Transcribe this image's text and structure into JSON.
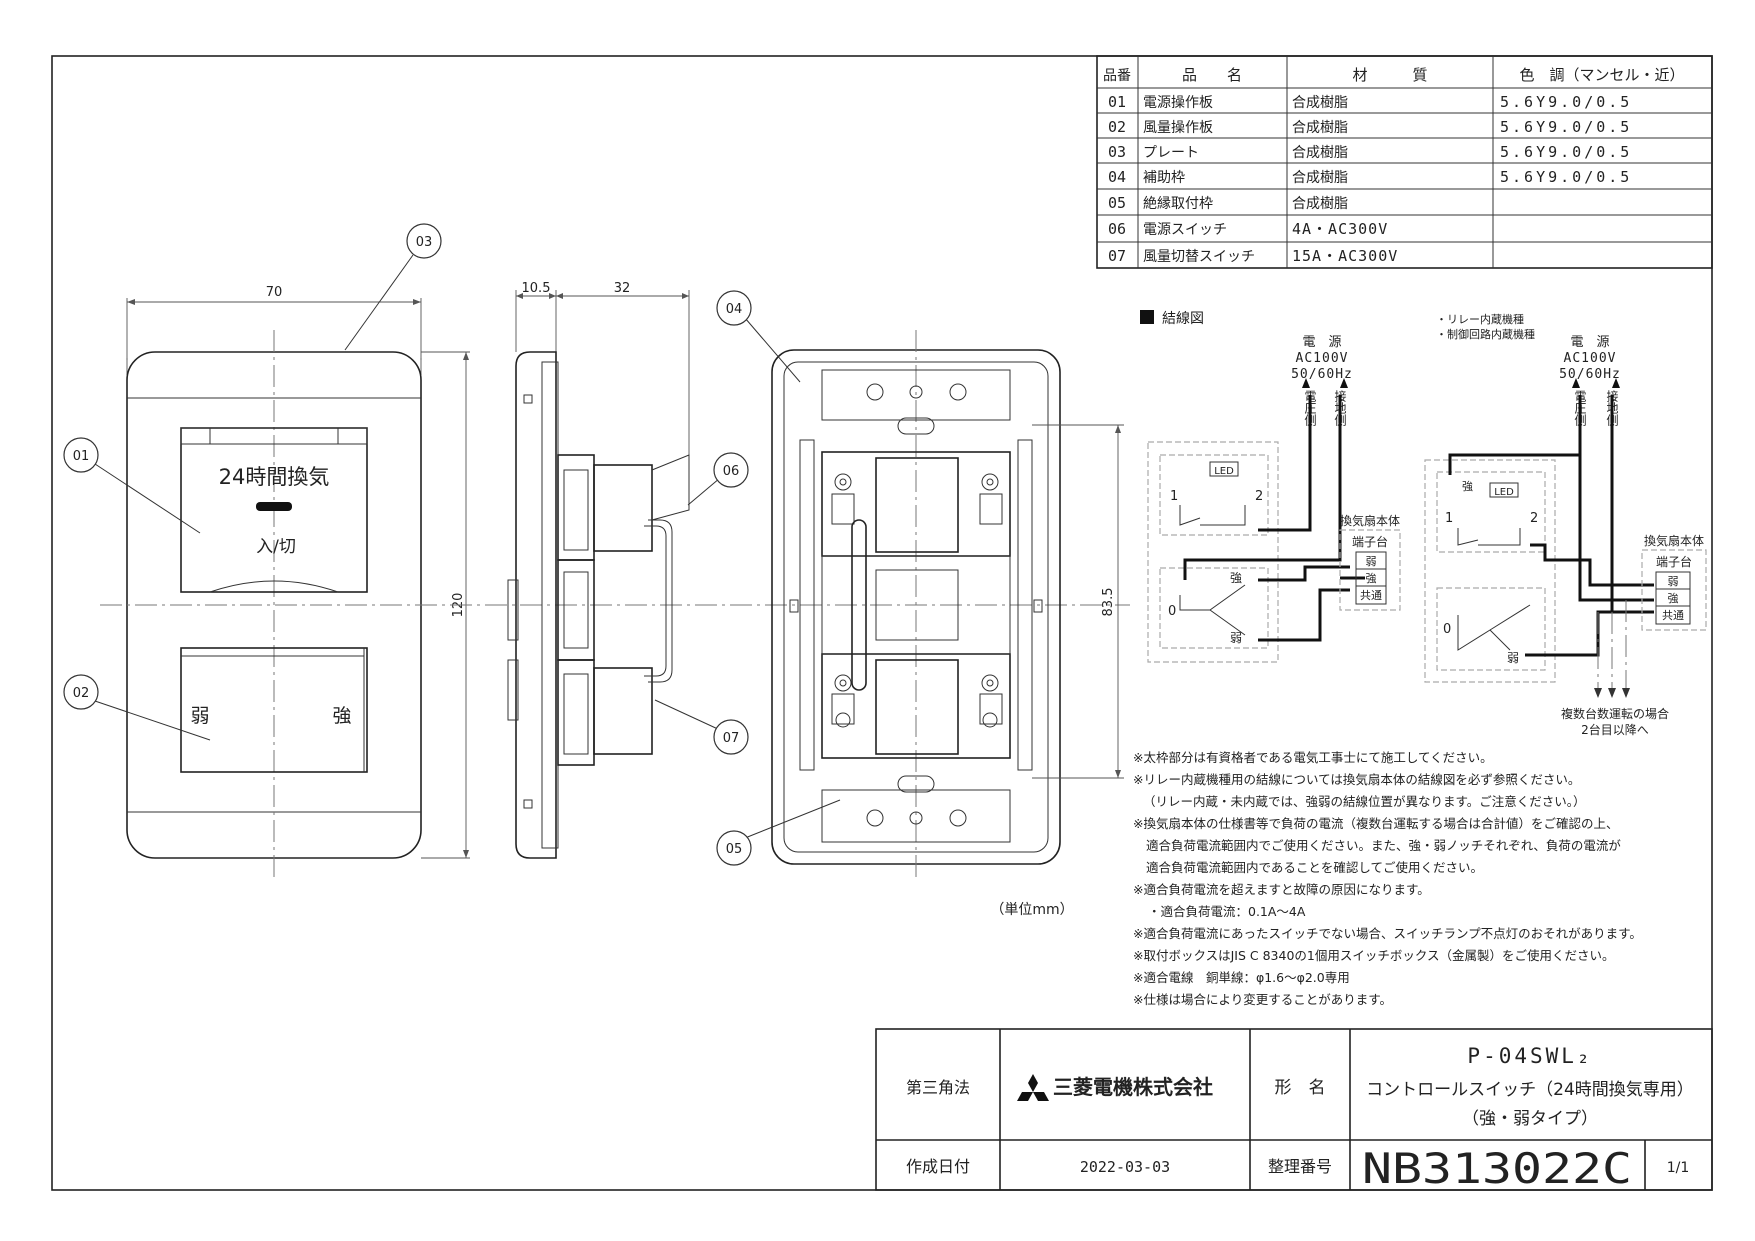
{
  "parts_table": {
    "headers": [
      "品番",
      "品　　名",
      "材　　　質",
      "色　調（マンセル・近）"
    ],
    "rows": [
      {
        "no": "01",
        "name": "電源操作板",
        "material": "合成樹脂",
        "color": "5.6Y9.0/0.5"
      },
      {
        "no": "02",
        "name": "風量操作板",
        "material": "合成樹脂",
        "color": "5.6Y9.0/0.5"
      },
      {
        "no": "03",
        "name": "プレート",
        "material": "合成樹脂",
        "color": "5.6Y9.0/0.5"
      },
      {
        "no": "04",
        "name": "補助枠",
        "material": "合成樹脂",
        "color": "5.6Y9.0/0.5"
      },
      {
        "no": "05",
        "name": "絶縁取付枠",
        "material": "合成樹脂",
        "color": ""
      },
      {
        "no": "06",
        "name": "電源スイッチ",
        "material": "4A・AC300V",
        "color": ""
      },
      {
        "no": "07",
        "name": "風量切替スイッチ",
        "material": "15A・AC300V",
        "color": ""
      }
    ]
  },
  "front_view": {
    "dim_width": "70",
    "dim_height": "120",
    "switch1_label": "24時間換気",
    "switch1_onoff": "入/切",
    "switch2_left": "弱",
    "switch2_right": "強"
  },
  "side_view": {
    "dim_a": "10.5",
    "dim_b": "32"
  },
  "back_view": {
    "dim_height": "83.5"
  },
  "balloons": [
    "01",
    "02",
    "03",
    "04",
    "05",
    "06",
    "07"
  ],
  "wiring": {
    "title": "結線図",
    "power_label": "電　源",
    "power_voltage": "AC100V",
    "power_freq": "50/60Hz",
    "live_side": "電圧側",
    "ground_side": "接地側",
    "relay_note1": "・リレー内蔵機種",
    "relay_note2": "・制御回路内蔵機種",
    "led": "LED",
    "contact1": "1",
    "contact2": "2",
    "zero": "0",
    "strong": "強",
    "weak": "弱",
    "fan_body": "換気扇本体",
    "terminal": "端子台",
    "term_weak": "弱",
    "term_strong": "強",
    "term_common": "共通",
    "multi_note1": "複数台数運転の場合",
    "multi_note2": "2台目以降へ"
  },
  "notes": [
    "※太枠部分は有資格者である電気工事士にて施工してください。",
    "※リレー内蔵機種用の結線については換気扇本体の結線図を必ず参照ください。",
    "（リレー内蔵・未内蔵では、強弱の結線位置が異なります。ご注意ください。）",
    "※換気扇本体の仕様書等で負荷の電流（複数台運転する場合は合計値）をご確認の上、",
    "適合負荷電流範囲内でご使用ください。また、強・弱ノッチそれぞれ、負荷の電流が",
    "適合負荷電流範囲内であることを確認してご使用ください。",
    "※適合負荷電流を超えますと故障の原因になります。",
    "・適合負荷電流：0.1A〜4A",
    "※適合負荷電流にあったスイッチでない場合、スイッチランプ不点灯のおそれがあります。",
    "※取付ボックスはJIS C 8340の1個用スイッチボックス（金属製）をご使用ください。",
    "※適合電線　銅単線：φ1.6〜φ2.0専用",
    "※仕様は場合により変更することがあります。"
  ],
  "unit_label": "（単位mm）",
  "title_block": {
    "projection": "第三角法",
    "company": "三菱電機株式会社",
    "model_label": "形　名",
    "model": "P-04SWL₂",
    "product_name": "コントロールスイッチ（24時間換気専用）",
    "product_type": "（強・弱タイプ）",
    "date_label": "作成日付",
    "date": "2022-03-03",
    "drawing_no_label": "整理番号",
    "drawing_no": "NB313022C",
    "sheet": "1/1"
  }
}
